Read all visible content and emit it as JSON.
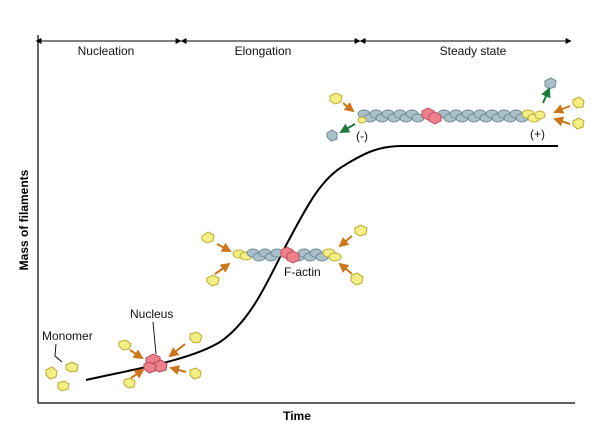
{
  "axes": {
    "x_label": "Time",
    "y_label": "Mass of filaments"
  },
  "phases": {
    "nucleation": "Nucleation",
    "elongation": "Elongation",
    "steady_state": "Steady state"
  },
  "labels": {
    "monomer": "Monomer",
    "nucleus": "Nucleus",
    "f_actin": "F-actin",
    "minus_end": "(-)",
    "plus_end": "(+)"
  },
  "colors": {
    "monomer": "#f3ee86",
    "monomer_stroke": "#b9a92f",
    "filament": "#a9bfc9",
    "filament_stroke": "#6f8896",
    "nucleus": "#ee7f8c",
    "nucleus_stroke": "#b84a58",
    "addition_arrow": "#c9761c",
    "loss_arrow": "#1d7a3c",
    "curve": "#000000"
  }
}
